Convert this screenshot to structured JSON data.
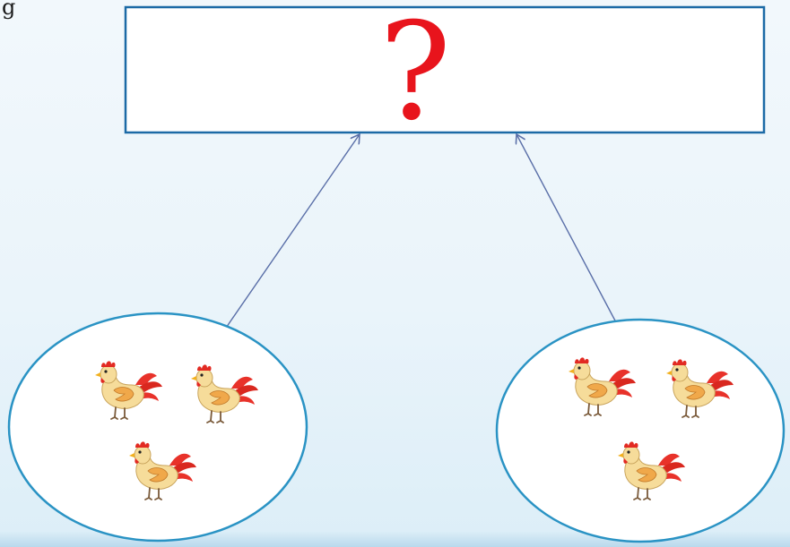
{
  "corner_mark": "g",
  "question_box": {
    "symbol": "?"
  },
  "groups": [
    {
      "name": "left-group",
      "chicken_count": 3
    },
    {
      "name": "right-group",
      "chicken_count": 3
    }
  ],
  "colors": {
    "box_border": "#1c6aa6",
    "box_fill": "#ffffff",
    "question_mark": "#e8141c",
    "ellipse_border": "#2a93c4",
    "ellipse_fill": "#ffffff",
    "arrow": "#5a6fa8",
    "chicken_body": "#f6dc9a",
    "chicken_wing": "#f0a84a",
    "chicken_comb": "#e22a22",
    "chicken_tail": "#e8322a",
    "chicken_legs": "#7a5a3a",
    "chicken_beak": "#f2b01e"
  }
}
